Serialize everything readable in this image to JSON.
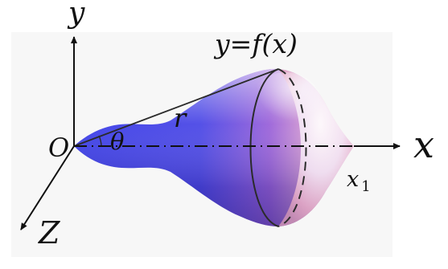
{
  "labels": {
    "y_axis": "y",
    "x_axis": "x",
    "z_axis": "Z",
    "origin": "O",
    "function": "y=f(x)",
    "radius": "r",
    "angle": "θ",
    "x1": "x",
    "x1_subscript": "1"
  },
  "colors": {
    "axis": "#111111",
    "surface_blue": "#3a3de8",
    "surface_violet": "#9b63d9",
    "surface_pink": "#f0b6c8",
    "surface_white": "#ffffff",
    "surface_shadow": "#2a2080"
  }
}
